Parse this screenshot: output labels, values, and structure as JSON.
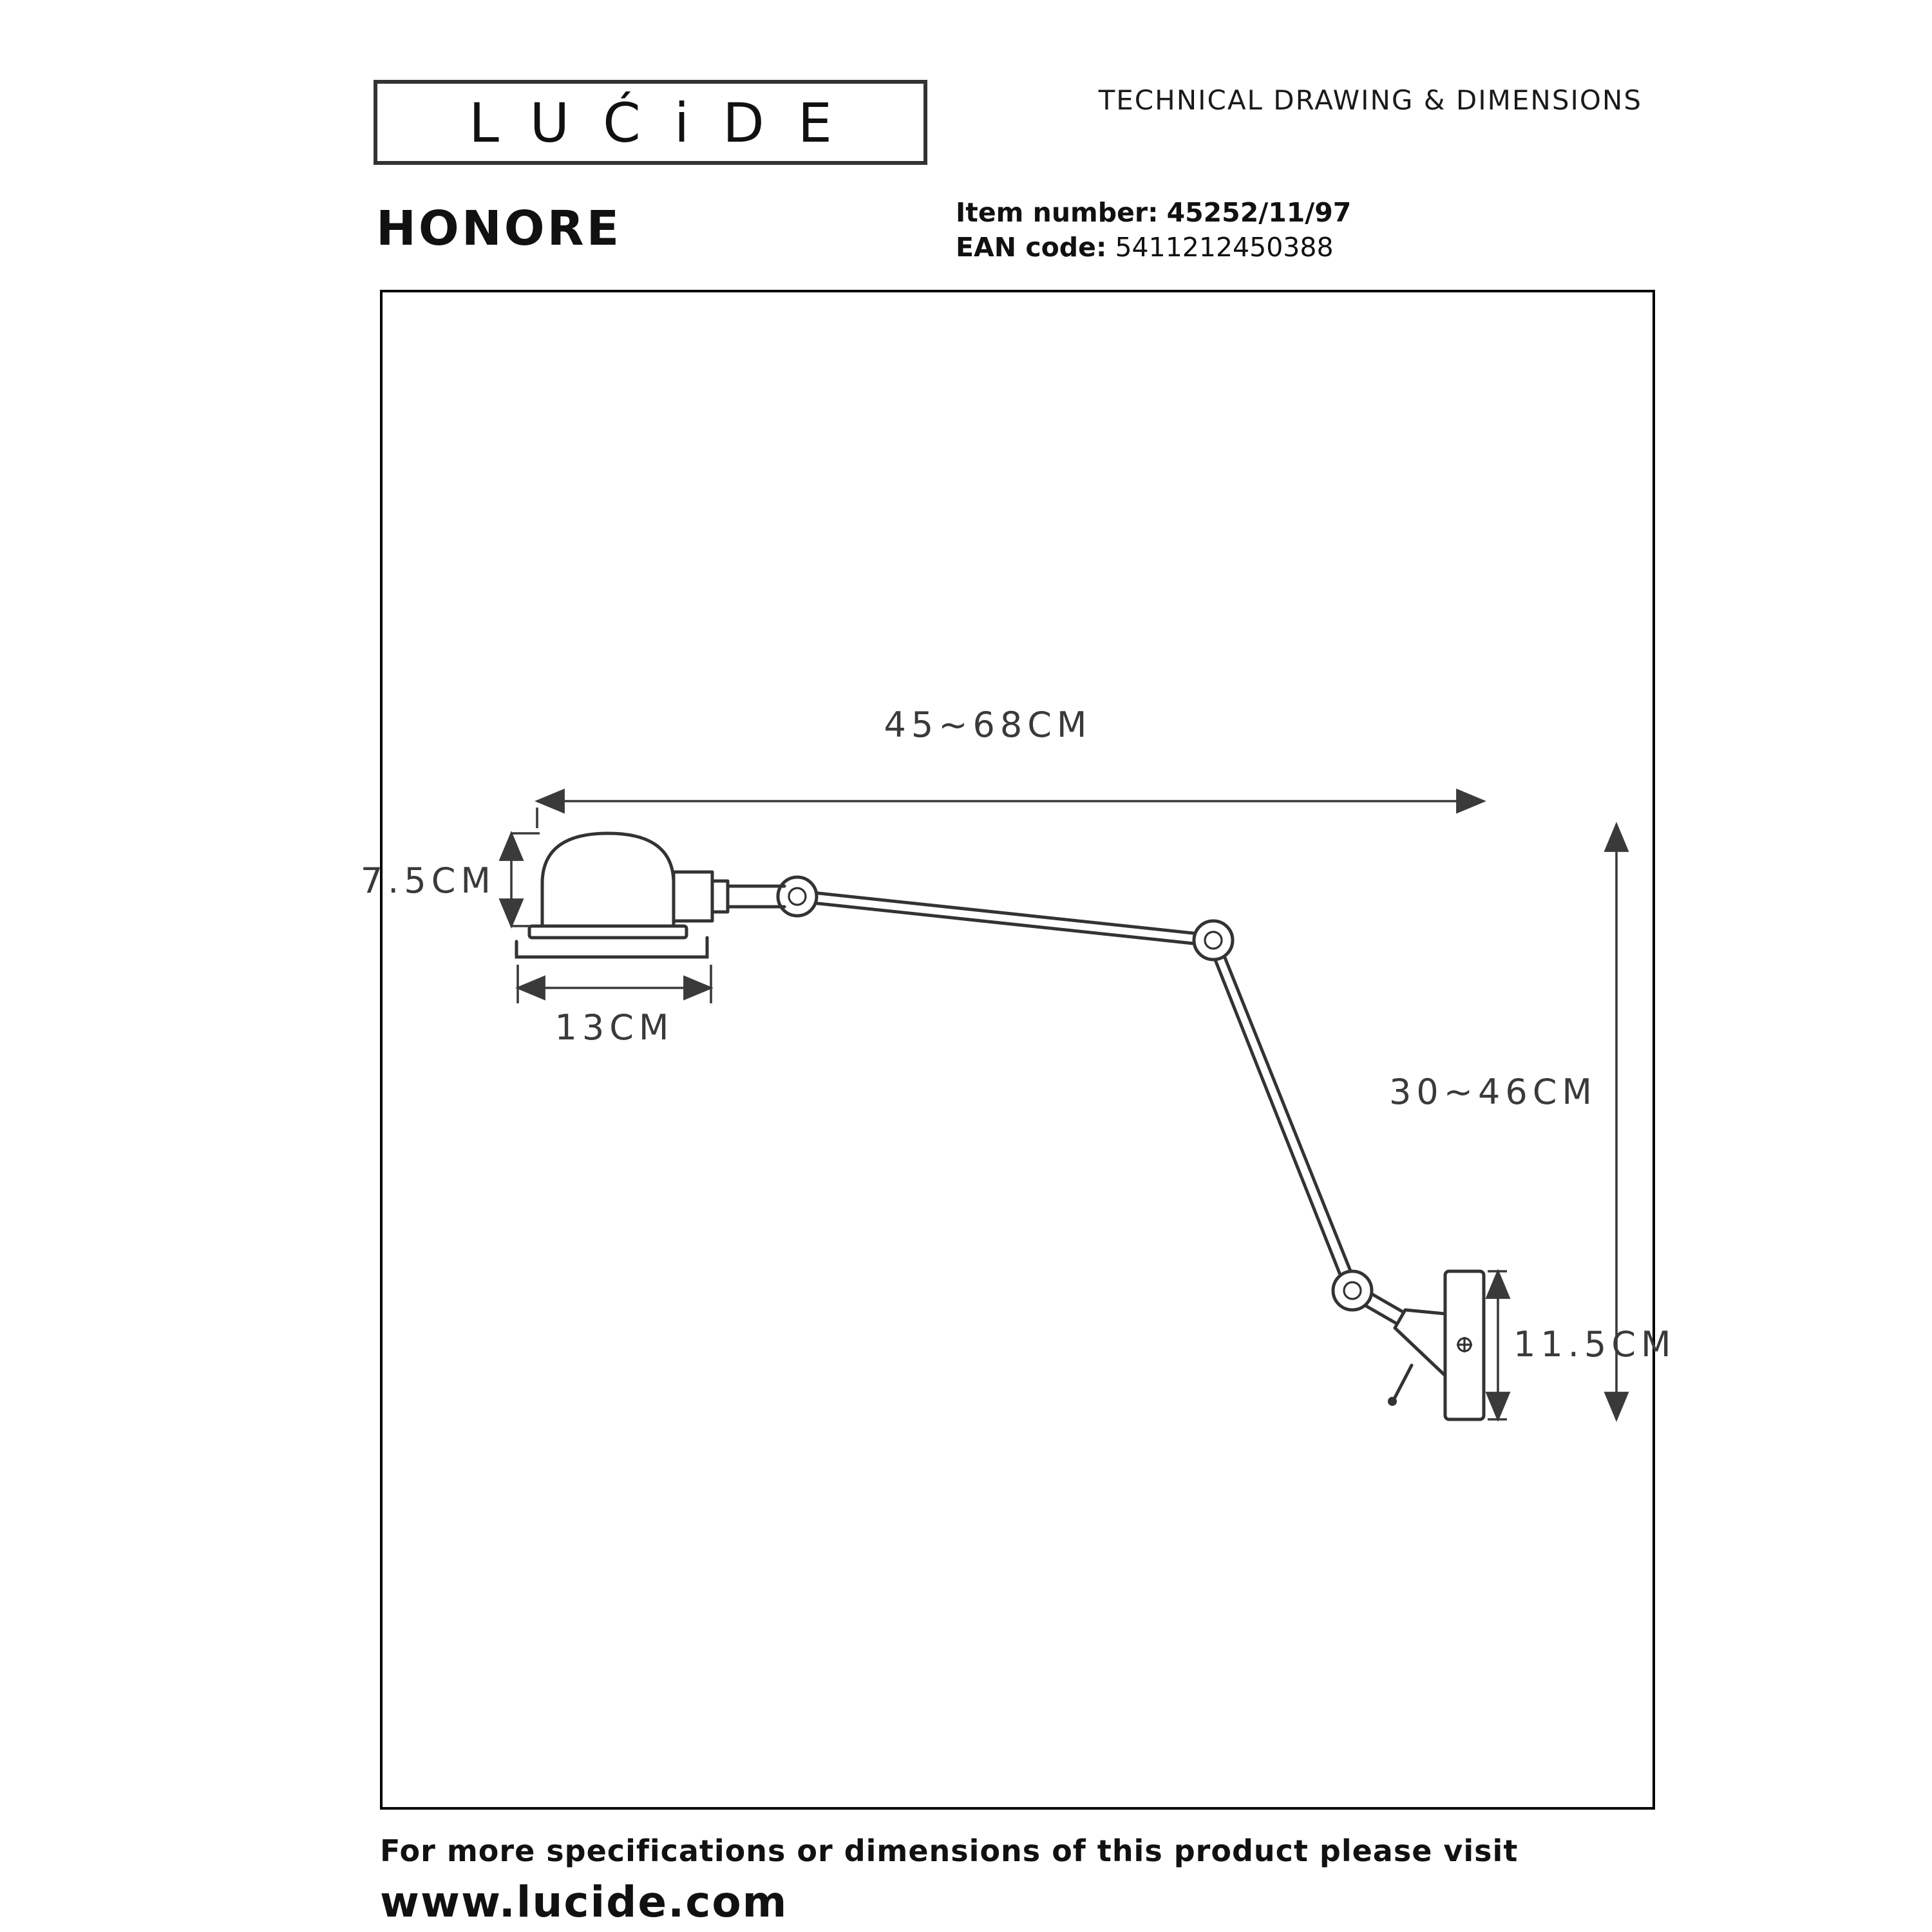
{
  "header": {
    "logo_text": "LUĆiDE",
    "page_title": "TECHNICAL DRAWING & DIMENSIONS"
  },
  "product": {
    "name": "HONORE",
    "item_label": "Item number:",
    "item_value": "45252/11/97",
    "ean_label": "EAN code:",
    "ean_value": "5411212450388"
  },
  "drawing": {
    "overall_width": "45~68CM",
    "overall_height": "30~46CM",
    "shade_height": "7.5CM",
    "shade_width": "13CM",
    "wall_plate_height": "11.5CM"
  },
  "footer": {
    "line1": "For more specifications or dimensions of this product please visit",
    "line2": "www.lucide.com"
  },
  "colors": {
    "text": "#111111",
    "line": "#333333",
    "dim": "#3a3a3a",
    "background": "#ffffff"
  }
}
